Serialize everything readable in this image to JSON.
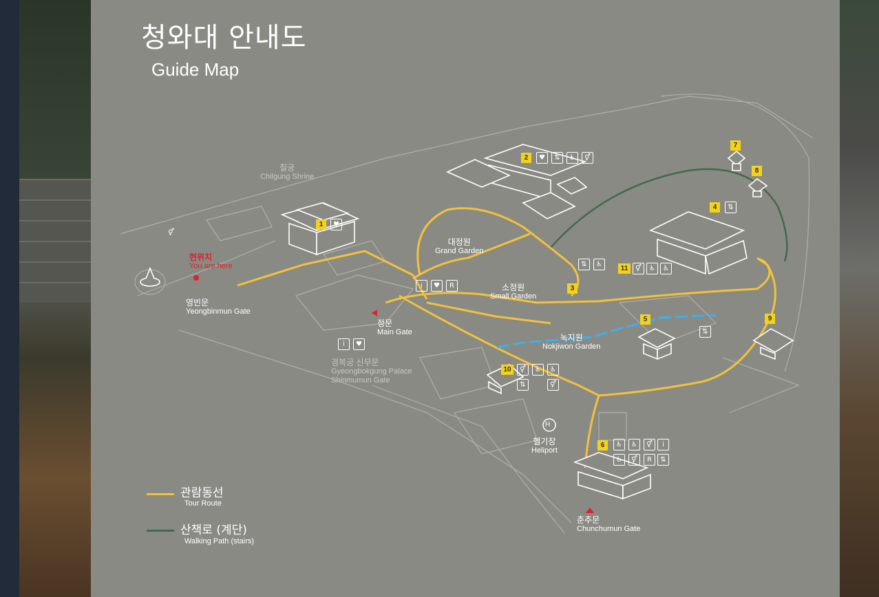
{
  "title": {
    "korean": "청와대 안내도",
    "english": "Guide Map"
  },
  "colors": {
    "tour_route": "#f2c23a",
    "walking_path": "#3f6a4a",
    "board": "#8a8a85",
    "badge": "#f2d21a",
    "here_marker": "#e0202a"
  },
  "places": {
    "chilgung": {
      "ko": "칠궁",
      "en": "Chilgung Shrine"
    },
    "you_are_here": {
      "ko": "현위치",
      "en": "You are here"
    },
    "yeongbinmun": {
      "ko": "영빈문",
      "en": "Yeongbinmun Gate"
    },
    "grand_garden": {
      "ko": "대정원",
      "en": "Grand Garden"
    },
    "small_garden": {
      "ko": "소정원",
      "en": "Small Garden"
    },
    "main_gate": {
      "ko": "정문",
      "en": "Main Gate"
    },
    "nokjiwon": {
      "ko": "녹지원",
      "en": "Nokjiwon Garden"
    },
    "shinmumun": {
      "ko": "경복궁 신무문",
      "en1": "Gyeongbokgung Palace",
      "en2": "Shinmumun Gate"
    },
    "heliport": {
      "ko": "헬기장",
      "en": "Heliport",
      "symbol": "H"
    },
    "chunchumun": {
      "ko": "춘추문",
      "en": "Chunchumun Gate"
    }
  },
  "badges": [
    "1",
    "2",
    "3",
    "4",
    "5",
    "6",
    "7",
    "8",
    "9",
    "10",
    "11"
  ],
  "icons": {
    "b1": [
      "aed"
    ],
    "b2": [
      "aed",
      "elevator",
      "accessible",
      "restroom"
    ],
    "b4": [
      "elevator"
    ],
    "b11": [
      "restroom",
      "accessible",
      "accessible"
    ],
    "near11": [
      "elevator",
      "accessible"
    ],
    "main": [
      "information",
      "aed",
      "rest-area"
    ],
    "shinmumun": [
      "information",
      "aed"
    ],
    "b10_row1": [
      "restroom",
      "accessible"
    ],
    "b10_row2": [
      "elevator",
      "restroom"
    ],
    "nokjiwon_right": [
      "elevator"
    ],
    "b6_row1": [
      "accessible",
      "restroom",
      "information"
    ],
    "b6_row2": [
      "accessible",
      "restroom",
      "rest-area",
      "elevator"
    ],
    "west": [
      "restroom"
    ]
  },
  "icon_glyphs": {
    "aed": "♥",
    "elevator": "⇅",
    "accessible": "♿",
    "restroom": "⚥",
    "information": "i",
    "rest-area": "R"
  },
  "legend": {
    "tour": {
      "ko": "관람동선",
      "en": "Tour Route"
    },
    "walk": {
      "ko": "산책로 (계단)",
      "en": "Walking Path (stairs)"
    }
  }
}
